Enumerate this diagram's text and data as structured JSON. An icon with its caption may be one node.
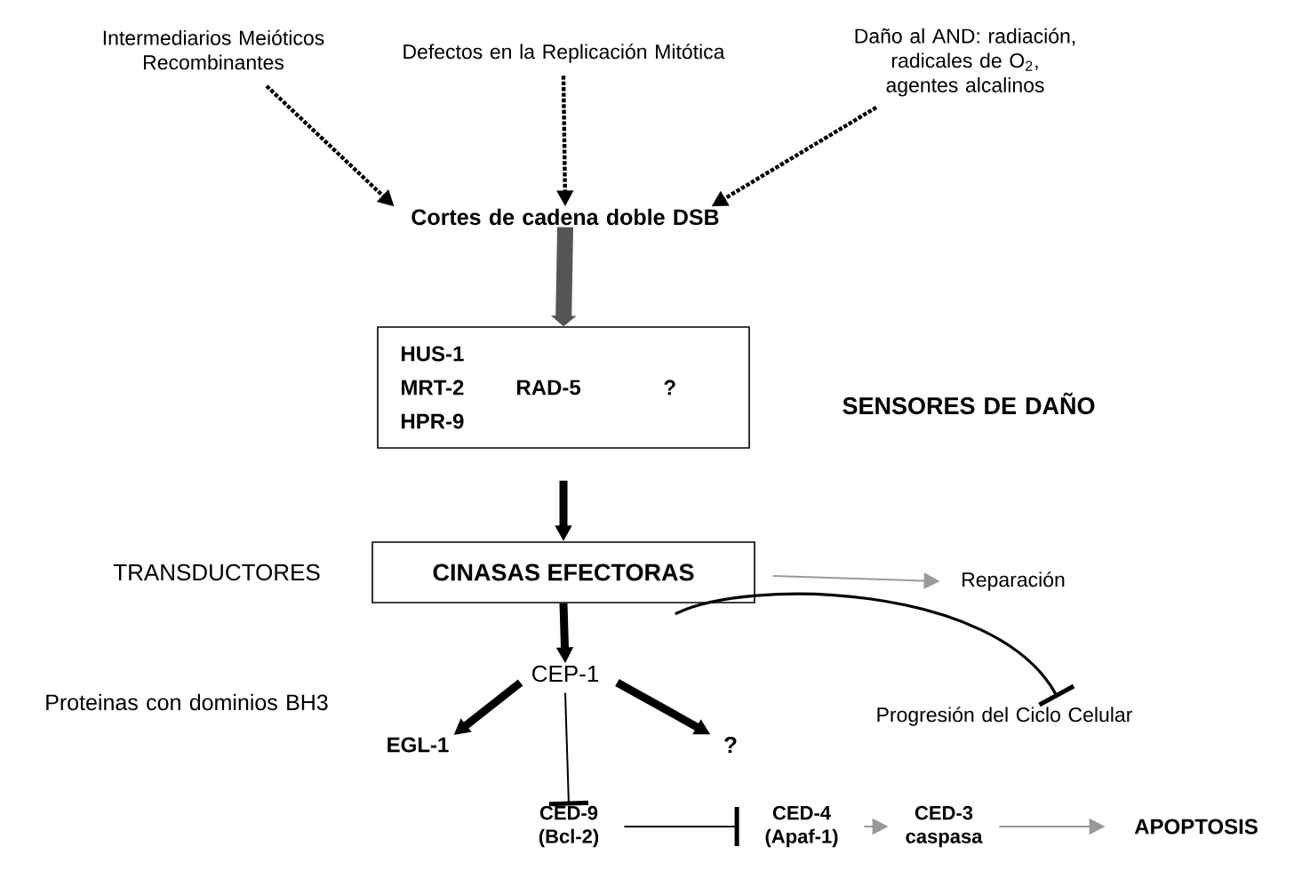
{
  "diagram": {
    "nodes": [
      {
        "text": [
          "Intermediarios Meióticos Recombinantes"
        ]
      },
      {
        "text": [
          "Defectos en la Replicación Mitótica"
        ]
      },
      {
        "text": [
          "Daño al AND: radiación, radicales de O$_{2}$, agentes alcalinos"
        ]
      },
      {
        "text": [
          "Cortes de cadena doble DSB"
        ]
      },
      {
        "text": [
          "HUS-1",
          "MRT-2",
          "HPR-9",
          "RAD-5",
          "?"
        ]
      },
      {
        "text": [
          "CINASAS EFECTORAS"
        ],
        "beside": [
          "TRANSDUCTORES"
        ]
      },
      {
        "text": [
          "Reparación"
        ]
      },
      {
        "text": [
          "Progresión del Ciclo Celular"
        ]
      },
      {
        "text": [
          "CEP-1"
        ]
      },
      {
        "text": [
          "EGL-1"
        ]
      },
      {
        "text": [
          "?"
        ]
      },
      {
        "text": [
          "CED-9 (Bcl-2)"
        ]
      },
      {
        "text": [
          "CED-4 (Apaf-1)"
        ]
      },
      {
        "text": [
          "CED-3 caspasa"
        ]
      },
      {
        "text": [
          "APOPTOSIS"
        ]
      }
    ],
    "edges": [
      {
        "from": 0,
        "to": 3,
        "arrow": "to",
        "style": "dashed"
      },
      {
        "from": 1,
        "to": 3,
        "arrow": "to",
        "style": "dashed"
      },
      {
        "from": 2,
        "to": 3,
        "arrow": "to",
        "style": "dashed"
      },
      {
        "from": 3,
        "to": 4,
        "arrow": "to",
        "style": "thick",
        "color": "#555555"
      },
      {
        "from": 4,
        "to": 5,
        "arrow": "to",
        "style": "thick"
      },
      {
        "from": 5,
        "to": 6,
        "arrow": "to",
        "color": "#999999"
      },
      {
        "from": 5,
        "to": 7,
        "arrow": "other"
      },
      {
        "from": 5,
        "to": 8,
        "arrow": "to",
        "style": "thick"
      },
      {
        "from": 8,
        "to": 9,
        "arrow": "to",
        "style": "thick"
      },
      {
        "from": 8,
        "to": 10,
        "arrow": "to",
        "style": "thick"
      },
      {
        "from": 8,
        "to": 11,
        "arrow": "other"
      },
      {
        "from": 11,
        "to": 12,
        "arrow": "other"
      },
      {
        "from": 12,
        "to": 13,
        "arrow": "to",
        "color": "#999999"
      },
      {
        "from": 13,
        "to": 14,
        "arrow": "to",
        "color": "#999999"
      }
    ],
    "labels": [
      "SENSORES DE DAÑO",
      "Proteinas con dominios BH3"
    ]
  }
}
